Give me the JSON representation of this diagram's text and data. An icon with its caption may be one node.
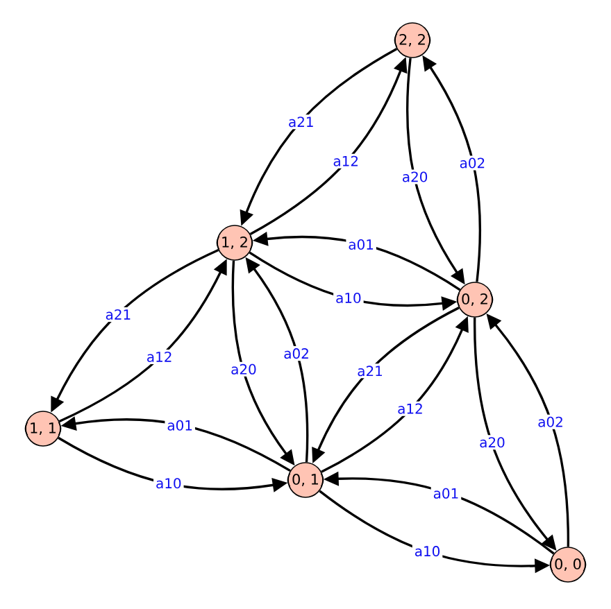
{
  "diagram": {
    "nodes": [
      {
        "text": [
          "(2, 2)"
        ]
      },
      {
        "text": [
          "(1, 2)"
        ]
      },
      {
        "text": [
          "(0, 2)"
        ]
      },
      {
        "text": [
          "(1, 1)"
        ]
      },
      {
        "text": [
          "(0, 1)"
        ]
      },
      {
        "text": [
          "(0, 0)"
        ]
      }
    ],
    "edges": [
      {
        "from": 0,
        "to": 1,
        "arrow": "to",
        "label": "a21"
      },
      {
        "from": 1,
        "to": 0,
        "arrow": "to",
        "label": "a12"
      },
      {
        "from": 0,
        "to": 2,
        "arrow": "to",
        "label": "a20"
      },
      {
        "from": 2,
        "to": 0,
        "arrow": "to",
        "label": "a02"
      },
      {
        "from": 2,
        "to": 1,
        "arrow": "to",
        "label": "a01"
      },
      {
        "from": 1,
        "to": 2,
        "arrow": "to",
        "label": "a10"
      },
      {
        "from": 1,
        "to": 3,
        "arrow": "to",
        "label": "a21"
      },
      {
        "from": 3,
        "to": 1,
        "arrow": "to",
        "label": "a12"
      },
      {
        "from": 1,
        "to": 4,
        "arrow": "to",
        "label": "a20"
      },
      {
        "from": 4,
        "to": 1,
        "arrow": "to",
        "label": "a02"
      },
      {
        "from": 2,
        "to": 4,
        "arrow": "to",
        "label": "a21"
      },
      {
        "from": 4,
        "to": 2,
        "arrow": "to",
        "label": "a12"
      },
      {
        "from": 2,
        "to": 5,
        "arrow": "to",
        "label": "a20"
      },
      {
        "from": 5,
        "to": 2,
        "arrow": "to",
        "label": "a02"
      },
      {
        "from": 4,
        "to": 3,
        "arrow": "to",
        "label": "a01"
      },
      {
        "from": 3,
        "to": 4,
        "arrow": "to",
        "label": "a10"
      },
      {
        "from": 5,
        "to": 4,
        "arrow": "to",
        "label": "a01"
      },
      {
        "from": 4,
        "to": 5,
        "arrow": "to",
        "label": "a10"
      }
    ]
  }
}
